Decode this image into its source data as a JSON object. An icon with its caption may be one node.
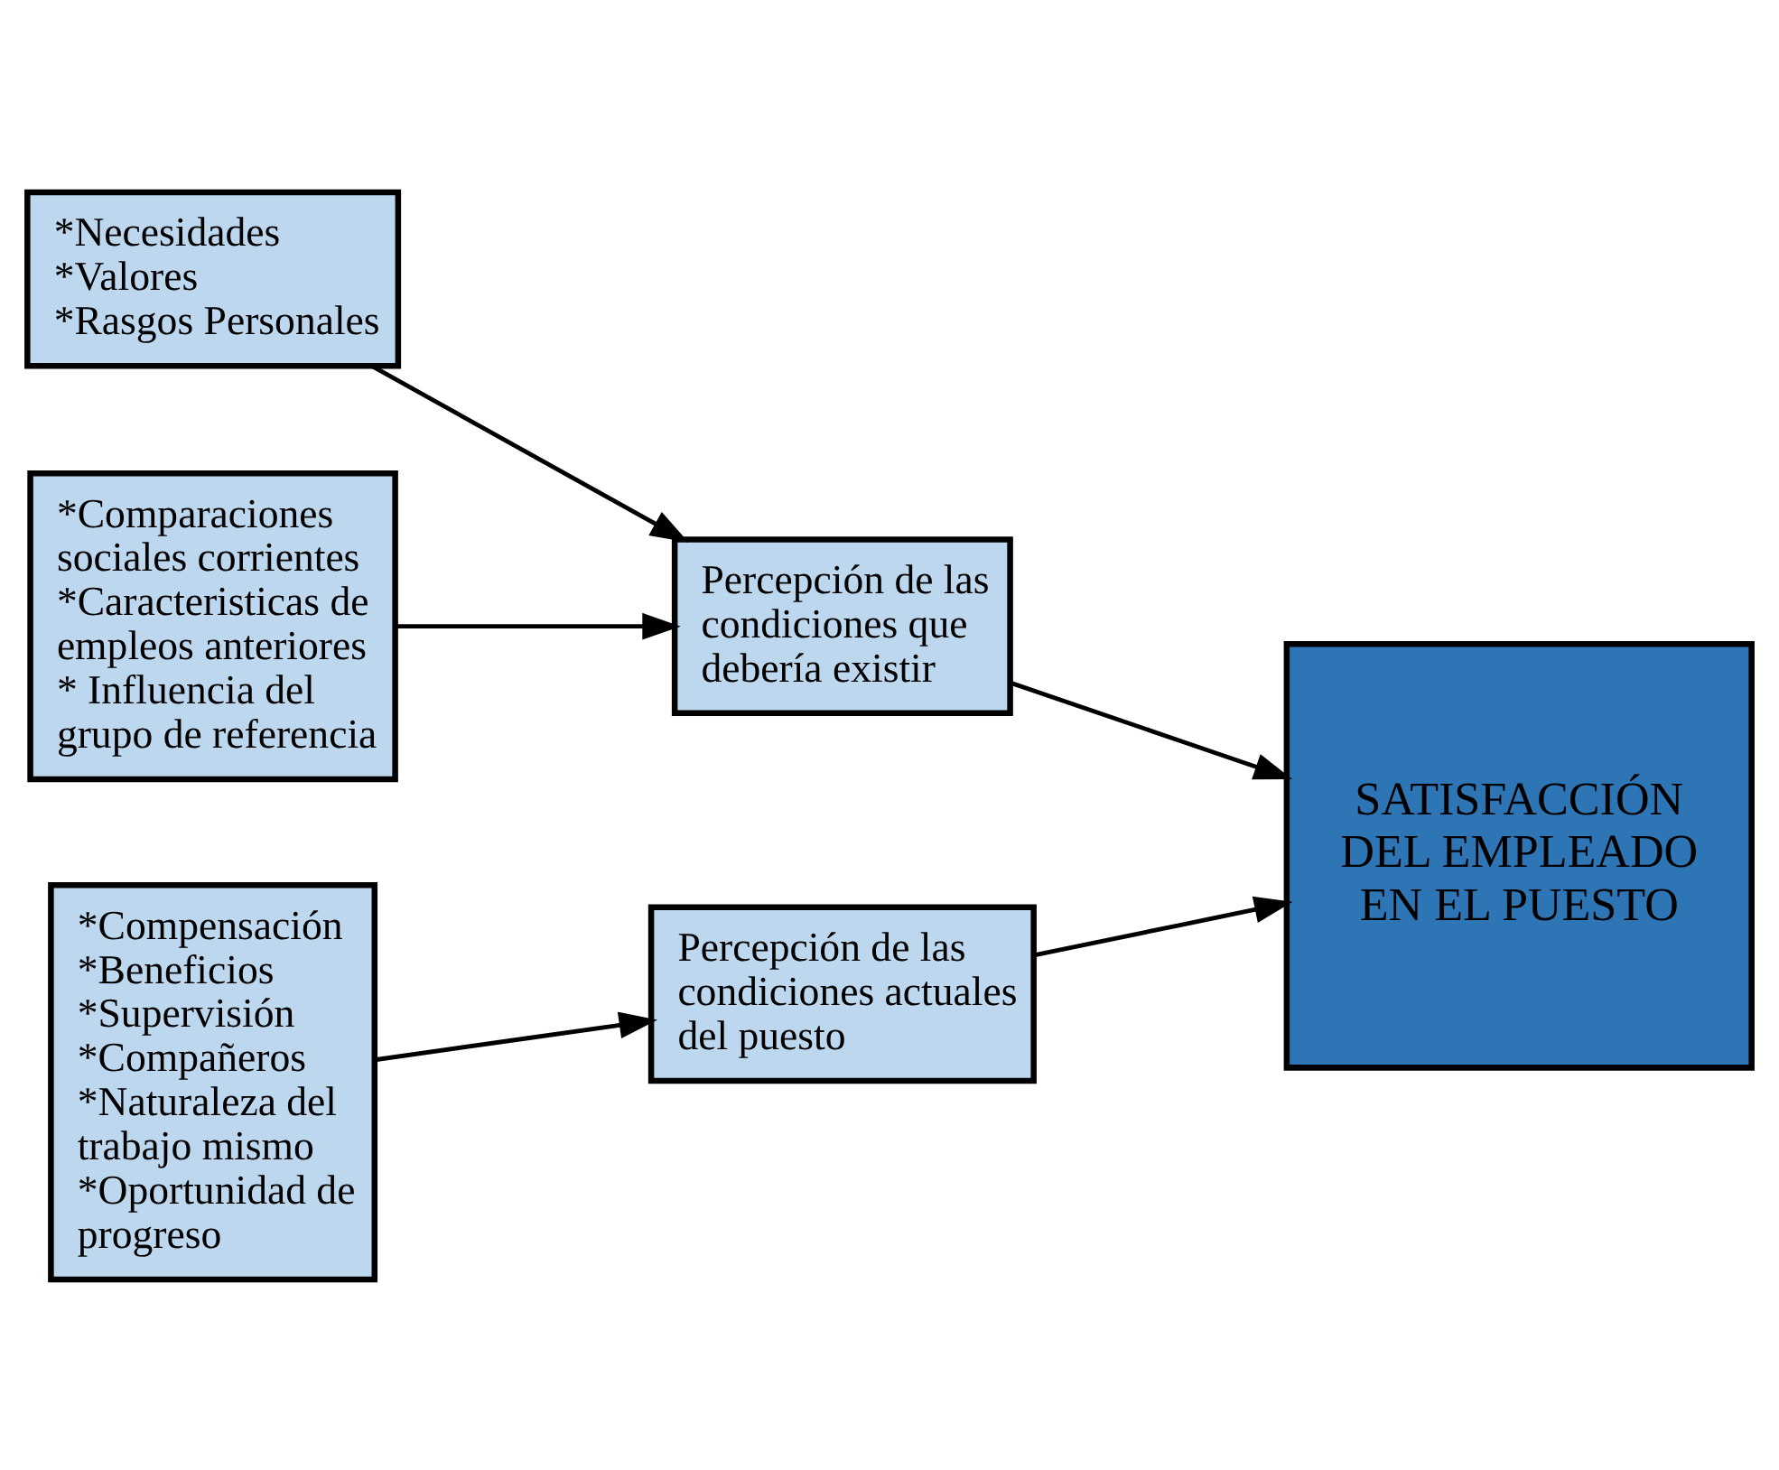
{
  "diagram": {
    "nodes": [
      {
        "text": [
          "*Necesidades",
          "*Valores",
          "*Rasgos Personales"
        ]
      },
      {
        "text": [
          "*Comparaciones sociales corrientes",
          "*Caracteristicas de empleos anteriores",
          "* Influencia del grupo de referencia"
        ]
      },
      {
        "text": [
          "*Compensación",
          "*Beneficios",
          "*Supervisión",
          "*Compañeros",
          "*Naturaleza del trabajo mismo",
          "*Oportunidad de progreso"
        ]
      },
      {
        "text": [
          "Percepción de las condiciones que debería existir"
        ]
      },
      {
        "text": [
          "Percepción de las condiciones actuales del puesto"
        ]
      },
      {
        "text": [
          "SATISFACCIÓN DEL EMPLEADO EN EL PUESTO"
        ]
      }
    ],
    "edges": [
      {
        "from": 0,
        "to": 3,
        "arrow": "to"
      },
      {
        "from": 1,
        "to": 3,
        "arrow": "to"
      },
      {
        "from": 2,
        "to": 4,
        "arrow": "to"
      },
      {
        "from": 3,
        "to": 5,
        "arrow": "to"
      },
      {
        "from": 4,
        "to": 5,
        "arrow": "to"
      }
    ]
  }
}
